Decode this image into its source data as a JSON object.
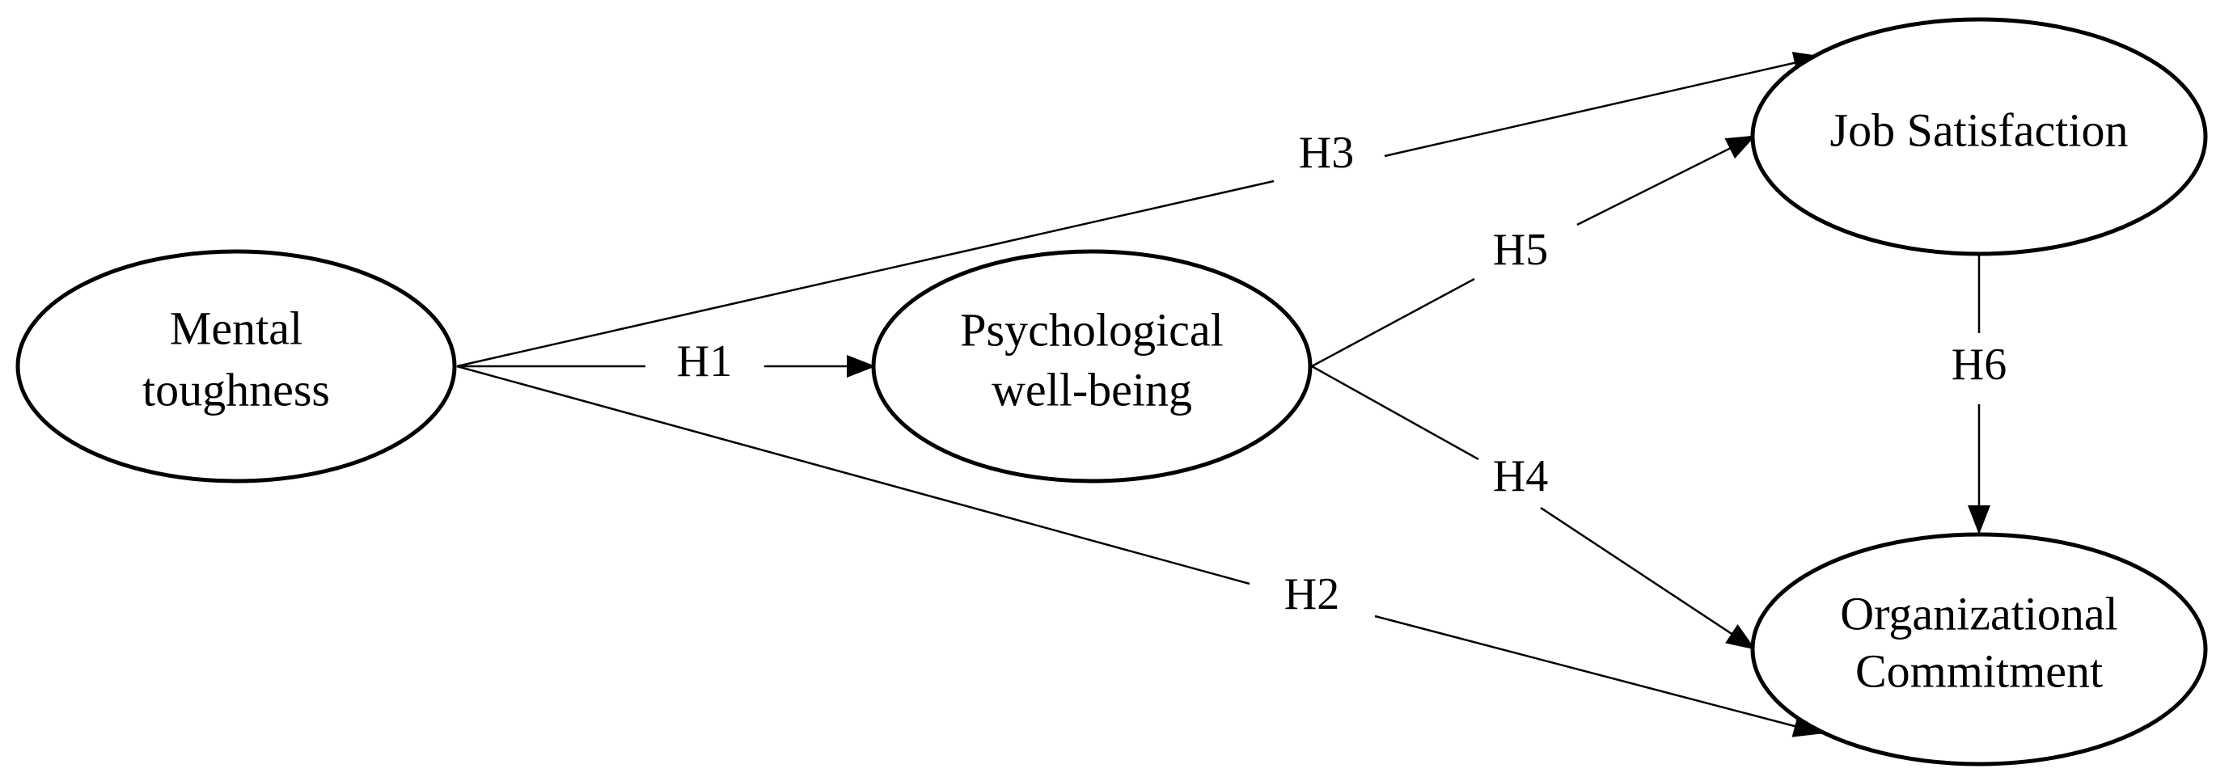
{
  "diagram": {
    "nodes": {
      "mental_toughness": {
        "line1": "Mental",
        "line2": "toughness"
      },
      "psychological_wellbeing": {
        "line1": "Psychological",
        "line2": "well-being"
      },
      "job_satisfaction": {
        "line1": "Job Satisfaction"
      },
      "organizational_commitment": {
        "line1": "Organizational",
        "line2": "Commitment"
      }
    },
    "edges": {
      "h1": {
        "label": "H1",
        "from": "Mental toughness",
        "to": "Psychological well-being"
      },
      "h2": {
        "label": "H2",
        "from": "Mental toughness",
        "to": "Organizational Commitment"
      },
      "h3": {
        "label": "H3",
        "from": "Mental toughness",
        "to": "Job Satisfaction"
      },
      "h4": {
        "label": "H4",
        "from": "Psychological well-being",
        "to": "Organizational Commitment"
      },
      "h5": {
        "label": "H5",
        "from": "Psychological well-being",
        "to": "Job Satisfaction"
      },
      "h6": {
        "label": "H6",
        "from": "Job Satisfaction",
        "to": "Organizational Commitment"
      }
    },
    "colors": {
      "stroke": "#000000",
      "fill": "#ffffff"
    }
  }
}
